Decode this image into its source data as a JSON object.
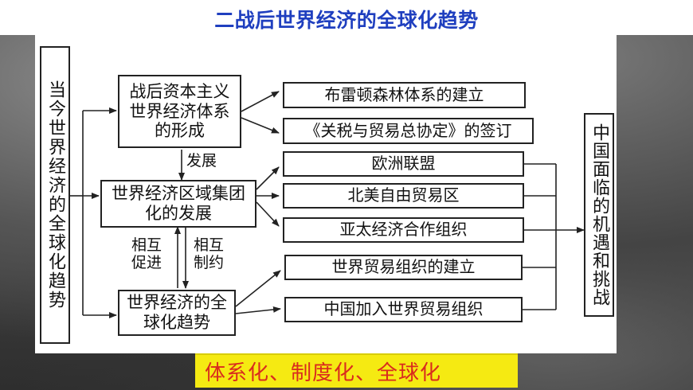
{
  "slide": {
    "title": "二战后世界经济的全球化趋势",
    "footer": "体系化、制度化、全球化"
  },
  "diagram": {
    "left_box": "当今世界经济的全球化趋势",
    "right_box": "中国面临的机遇和挑战",
    "nodes": {
      "n1": "战后资本主义世界经济体系的形成",
      "n2": "世界经济区域集团化的发展",
      "n3": "世界经济的全球化趋势"
    },
    "leaves": {
      "l1": "布雷顿森林体系的建立",
      "l2": "《关税与贸易总协定》的签订",
      "l3": "欧洲联盟",
      "l4": "北美自由贸易区",
      "l5": "亚太经济合作组织",
      "l6": "世界贸易组织的建立",
      "l7": "中国加入世界贸易组织"
    },
    "edge_labels": {
      "develop": "发展",
      "promote": "相互促进",
      "restrict": "相互制约"
    }
  }
}
